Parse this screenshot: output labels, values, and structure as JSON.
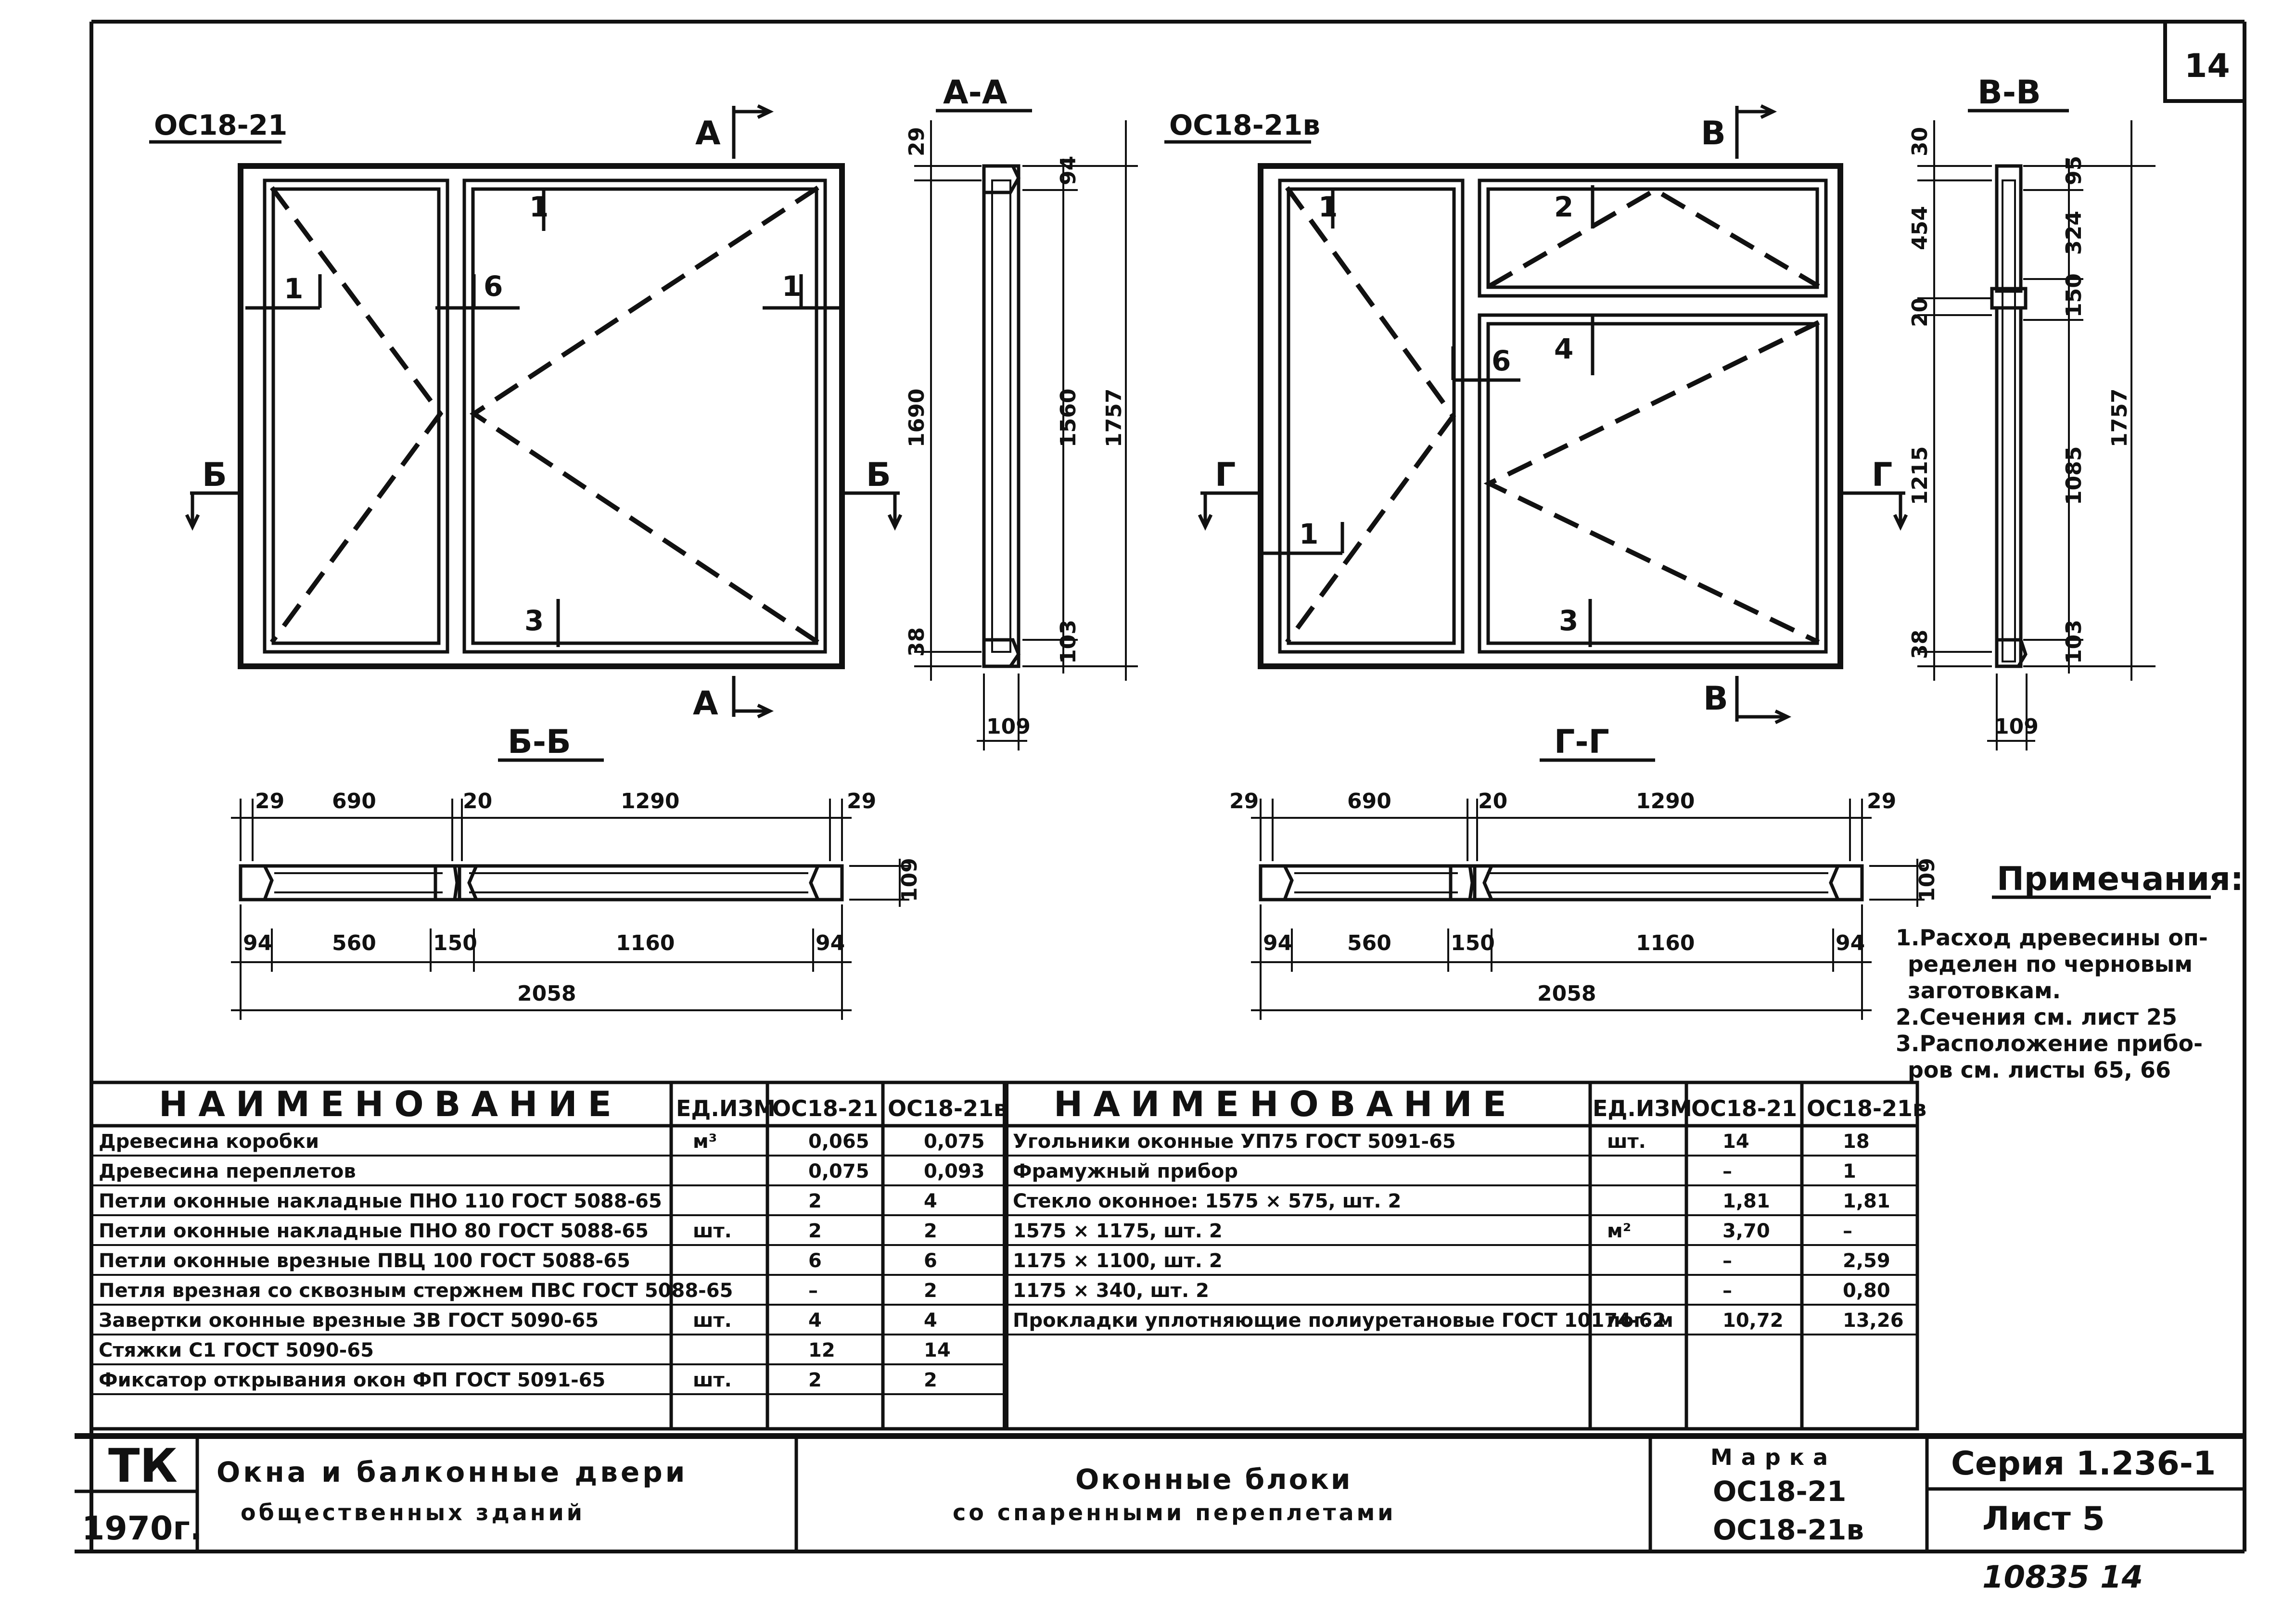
{
  "sheet_number": "14",
  "views": {
    "left": {
      "mark": "ОС18-21",
      "section_a": "А",
      "section_b": "Б",
      "sec_aa": "А-А",
      "sec_bb": "Б-Б"
    },
    "right": {
      "mark": "ОС18-21в",
      "section_v": "В",
      "section_g": "Г",
      "sec_vv": "В-В",
      "sec_gg": "Г-Г"
    }
  },
  "callouts_left": [
    "1",
    "1",
    "1",
    "6",
    "3"
  ],
  "callouts_right": [
    "1",
    "2",
    "4",
    "6",
    "1",
    "3"
  ],
  "dims_aa": {
    "top": "29",
    "height": "1690",
    "bottom": "38",
    "r_top": "94",
    "mid": "1560",
    "overall": "1757",
    "r_bot": "103",
    "depth": "109"
  },
  "dims_vv": {
    "top": "30",
    "upper": "454",
    "gap": "20",
    "lower": "1215",
    "bottom": "38",
    "r1": "95",
    "r2": "324",
    "r3": "150",
    "r4": "1085",
    "r5": "103",
    "overall": "1757",
    "depth": "109"
  },
  "dims_bb": {
    "a": "29",
    "b": "690",
    "c": "20",
    "d": "1290",
    "e": "29",
    "f": "94",
    "g": "560",
    "h": "150",
    "i": "1160",
    "j": "94",
    "total": "2058",
    "depth": "109"
  },
  "dims_gg": {
    "a": "29",
    "b": "690",
    "c": "20",
    "d": "1290",
    "e": "29",
    "f": "94",
    "g": "560",
    "h": "150",
    "i": "1160",
    "j": "94",
    "total": "2058",
    "depth": "109"
  },
  "notes": {
    "title": "Примечания:",
    "lines": [
      "1.Расход древесины оп-",
      "ределен по черновым",
      "заготовкам.",
      "2.Сечения см. лист 25",
      "3.Расположение прибо-",
      "ров см. листы 65, 66"
    ]
  },
  "table_left": {
    "headers": [
      "НАИМЕНОВАНИЕ",
      "ЕД.ИЗМ",
      "ОС18-21",
      "ОС18-21в"
    ],
    "rows": [
      [
        "Древесина коробки",
        "м³",
        "0,065",
        "0,075"
      ],
      [
        "Древесина переплетов",
        "",
        "0,075",
        "0,093"
      ],
      [
        "Петли оконные накладные ПНО 110 ГОСТ 5088-65",
        "",
        "2",
        "4"
      ],
      [
        "Петли оконные накладные ПНО 80 ГОСТ 5088-65",
        "шт.",
        "2",
        "2"
      ],
      [
        "Петли оконные врезные ПВЦ 100 ГОСТ 5088-65",
        "",
        "6",
        "6"
      ],
      [
        "Петля врезная со сквозным стержнем ПВС ГОСТ 5088-65",
        "",
        "–",
        "2"
      ],
      [
        "Завертки оконные врезные ЗВ ГОСТ 5090-65",
        "шт.",
        "4",
        "4"
      ],
      [
        "Стяжки С1 ГОСТ 5090-65",
        "",
        "12",
        "14"
      ],
      [
        "Фиксатор открывания окон ФП ГОСТ 5091-65",
        "шт.",
        "2",
        "2"
      ]
    ]
  },
  "table_right": {
    "headers": [
      "НАИМЕНОВАНИЕ",
      "ЕД.ИЗМ",
      "ОС18-21",
      "ОС18-21в"
    ],
    "rows": [
      [
        "Угольники оконные УП75 ГОСТ 5091-65",
        "шт.",
        "14",
        "18"
      ],
      [
        "Фрамужный прибор",
        "",
        "–",
        "1"
      ],
      [
        "Стекло оконное: 1575 × 575, шт. 2",
        "",
        "1,81",
        "1,81"
      ],
      [
        "1575 × 1175, шт. 2",
        "м²",
        "3,70",
        "–"
      ],
      [
        "1175 × 1100, шт. 2",
        "",
        "–",
        "2,59"
      ],
      [
        "1175 × 340, шт. 2",
        "",
        "–",
        "0,80"
      ],
      [
        "Прокладки уплотняющие полиуретановые ГОСТ 10174-62",
        "пог. м",
        "10,72",
        "13,26"
      ]
    ]
  },
  "title_block": {
    "org": "ТК",
    "year": "1970г.",
    "project_line1": "Окна и балконные двери",
    "project_line2": "общественных зданий",
    "sheet_title_line1": "Оконные блоки",
    "sheet_title_line2": "со спаренными переплетами",
    "mark_label": "Марка",
    "mark_1": "ОС18-21",
    "mark_2": "ОС18-21в",
    "series": "Серия 1.236-1",
    "sheet": "Лист 5"
  },
  "footer_numbers": "10835 14"
}
